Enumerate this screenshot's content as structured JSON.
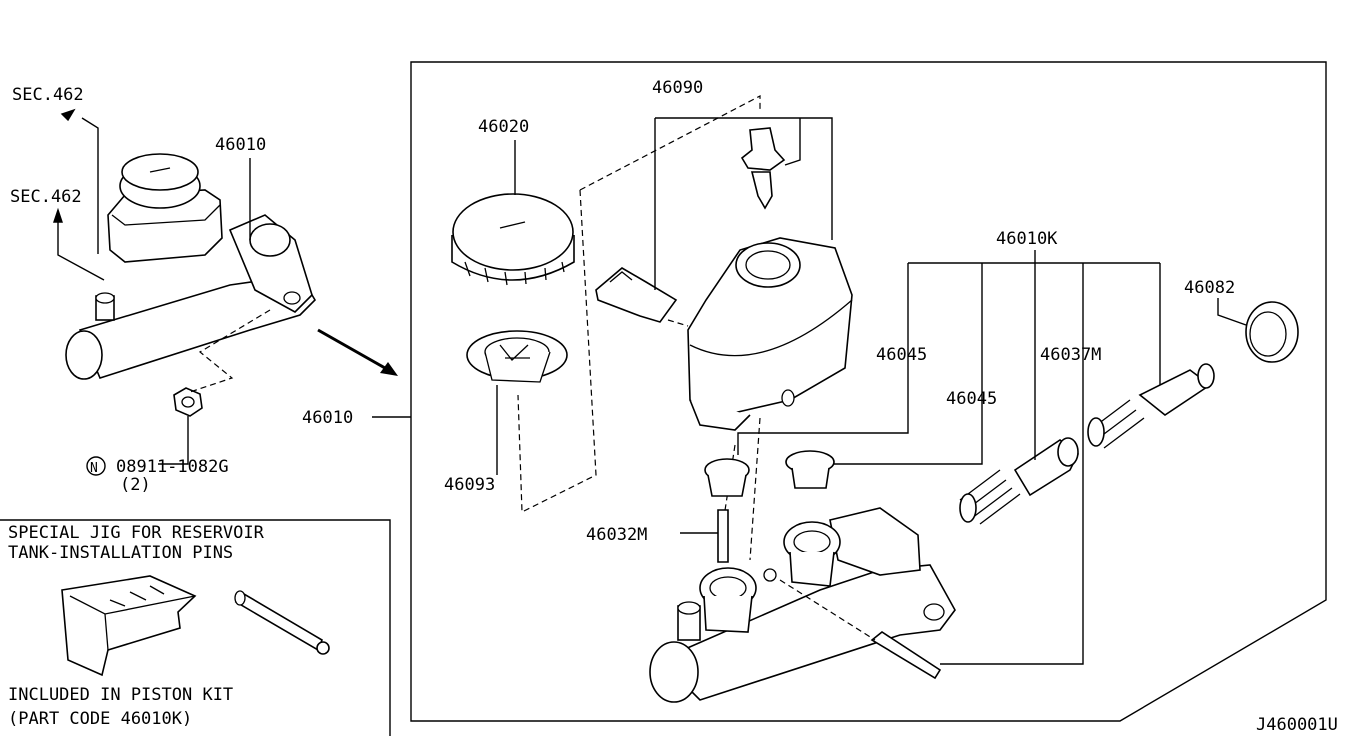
{
  "diagram_code": "J460001U",
  "section_refs": {
    "upper": "SEC.462",
    "lower": "SEC.462"
  },
  "overview": {
    "assembly_label": "46010",
    "nut_part": "08911-1082G",
    "nut_qty": "(2)",
    "nut_symbol": "N"
  },
  "exploded": {
    "frame_label": "46010",
    "labels": {
      "cap": "46020",
      "pin_set": "46090",
      "strainer": "46093",
      "pin": "46032M",
      "piston_kit": "46010K",
      "seal_a": "46045",
      "seal_b": "46045",
      "piston_assy": "46037M",
      "seal_ring": "46082"
    }
  },
  "jig_box": {
    "title_line1": "SPECIAL JIG FOR RESERVOIR",
    "title_line2": "TANK-INSTALLATION PINS",
    "note_line1": "INCLUDED IN PISTON KIT",
    "note_line2": "(PART CODE 46010K)"
  }
}
